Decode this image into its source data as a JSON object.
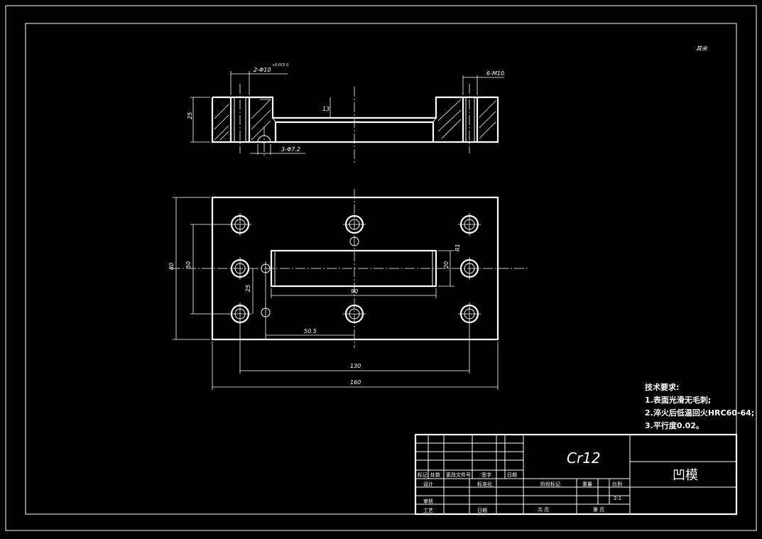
{
  "corner_note": "其余",
  "dimensions": {
    "top_holes": "2-Φ10",
    "top_holes_tol": "+0.015 0",
    "thread": "6-M10",
    "pin_holes": "3-Φ7.2",
    "height": "25",
    "depth": "13",
    "total_length": "160",
    "hole_span_x": "130",
    "total_width": "80",
    "hole_span_y": "50",
    "slot_length": "90",
    "slot_width": "20",
    "slot_offset_y": "25",
    "slot_offset_x": "50.5",
    "radius": "R1"
  },
  "requirements": {
    "title": "技术要求:",
    "items": [
      "1.表面光滑无毛刺;",
      "2.淬火后低温回火HRC60-64;",
      "3.平行度0.02。"
    ]
  },
  "title_block": {
    "material": "Cr12",
    "part_name": "凹模",
    "labels": {
      "mark": "标记",
      "count": "处数",
      "doc_no": "更改文件号",
      "sign": "签字",
      "date": "日期",
      "design": "设计",
      "standardize": "标准化",
      "review": "审核",
      "process": "工艺",
      "stage_mark": "阶段标记",
      "weight": "重量",
      "scale": "比例",
      "scale_value": "2:1",
      "total": "共   页",
      "sheet": "第   页"
    }
  }
}
